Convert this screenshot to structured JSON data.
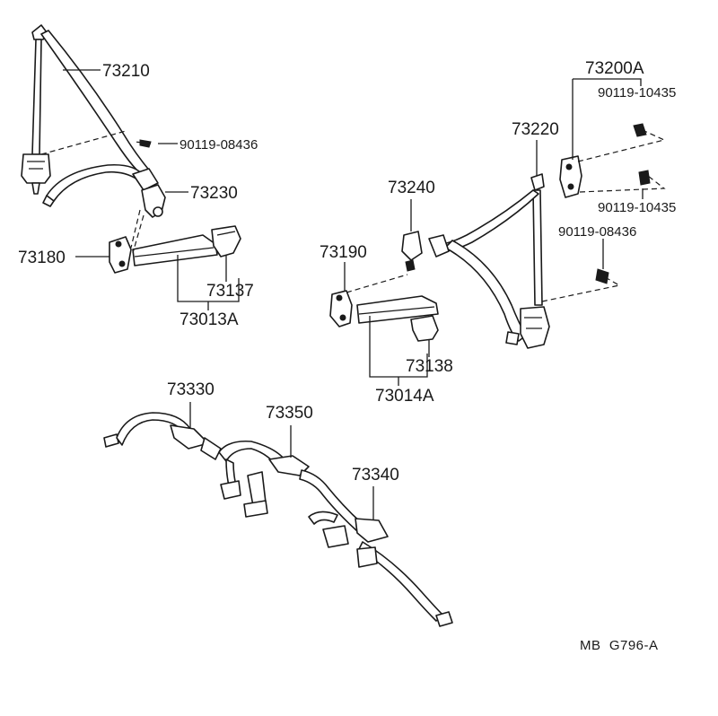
{
  "parts": {
    "p73210": "73210",
    "p90119_08436_top": "90119-08436",
    "p73230": "73230",
    "p73180": "73180",
    "p73137": "73137",
    "p73013A": "73013A",
    "p73240": "73240",
    "p73190": "73190",
    "p73138": "73138",
    "p73014A": "73014A",
    "p73220": "73220",
    "p73200A": "73200A",
    "p90119_10435_a": "90119-10435",
    "p90119_10435_b": "90119-10435",
    "p90119_08436_right": "90119-08436",
    "p73330": "73330",
    "p73350": "73350",
    "p73340": "73340"
  },
  "diagram_code": "MB  G796-A",
  "colors": {
    "ink": "#1a1a1a",
    "background": "#ffffff"
  }
}
